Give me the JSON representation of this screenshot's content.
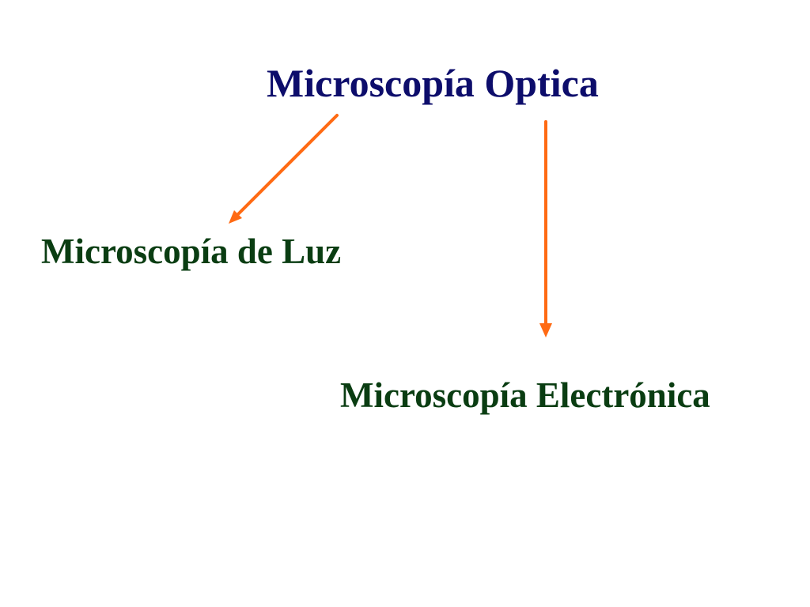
{
  "diagram": {
    "root": {
      "label": "Microscopía Optica",
      "color": "#0d0d6b"
    },
    "branches": [
      {
        "label": "Microscopía de Luz",
        "color": "#0a3d12"
      },
      {
        "label": "Microscopía Electrónica",
        "color": "#0a3d12"
      }
    ],
    "arrow_color": "#ff6a13"
  }
}
